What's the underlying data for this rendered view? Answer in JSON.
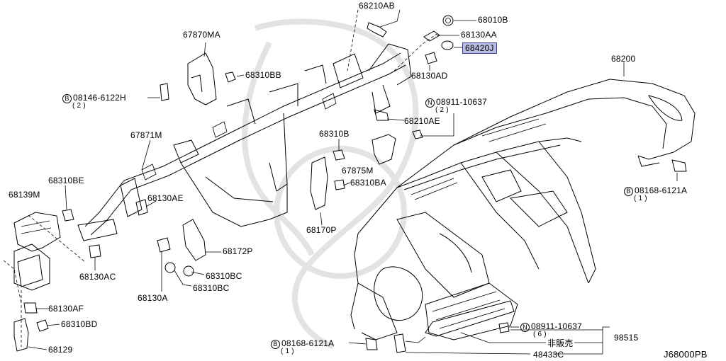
{
  "diagram_id": "J68000PB",
  "parts": {
    "p68210AB": "68210AB",
    "p68010B": "68010B",
    "p68130AA": "68130AA",
    "p68420J": "68420J",
    "p68130AD": "68130AD",
    "p68200": "68200",
    "p67870MA": "67870MA",
    "p68310BB": "68310BB",
    "p08146_6122H": "08146-6122H",
    "p08146_6122H_qty": "( 2 )",
    "p08911_10637_top": "08911-10637",
    "p08911_10637_top_qty": "( 2 )",
    "p68210AE": "68210AE",
    "p67871M": "67871M",
    "p68310B": "68310B",
    "p67875M": "67875M",
    "p68310BA": "68310BA",
    "p68310BE": "68310BE",
    "p68139M": "68139M",
    "p68130AE": "68130AE",
    "p68170P": "68170P",
    "p08168_6121A_right": "08168-6121A",
    "p08168_6121A_right_qty": "( 1 )",
    "p68172P": "68172P",
    "p68130AC": "68130AC",
    "p68310BC_1": "68310BC",
    "p68310BC_2": "68310BC",
    "p68130A": "68130A",
    "p68130AF": "68130AF",
    "p68310BD": "68310BD",
    "p08911_10637_bottom": "08911-10637",
    "p08911_10637_bottom_qty": "( 6 )",
    "p98515": "98515",
    "p_not_sold": "非販売",
    "p68129": "68129",
    "p08168_6121A_bottom": "08168-6121A",
    "p08168_6121A_bottom_qty": "( 1 )",
    "p48433C": "48433C"
  },
  "prefixes": {
    "bolt": "B",
    "nut": "N"
  }
}
